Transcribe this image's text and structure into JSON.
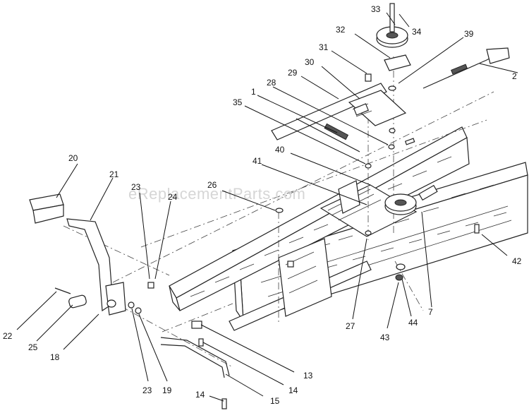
{
  "watermark": "eReplacementParts.com",
  "callouts": [
    {
      "label": "33"
    },
    {
      "label": "34"
    },
    {
      "label": "32"
    },
    {
      "label": "39"
    },
    {
      "label": "31"
    },
    {
      "label": "2"
    },
    {
      "label": "30"
    },
    {
      "label": "29"
    },
    {
      "label": "1"
    },
    {
      "label": "28"
    },
    {
      "label": "35"
    },
    {
      "label": "40"
    },
    {
      "label": "20"
    },
    {
      "label": "41"
    },
    {
      "label": "21"
    },
    {
      "label": "26"
    },
    {
      "label": "23"
    },
    {
      "label": "24"
    },
    {
      "label": "42"
    },
    {
      "label": "7"
    },
    {
      "label": "27"
    },
    {
      "label": "44"
    },
    {
      "label": "43"
    },
    {
      "label": "22"
    },
    {
      "label": "25"
    },
    {
      "label": "18"
    },
    {
      "label": "23"
    },
    {
      "label": "19"
    },
    {
      "label": "13"
    },
    {
      "label": "14"
    },
    {
      "label": "15"
    },
    {
      "label": "14"
    }
  ]
}
